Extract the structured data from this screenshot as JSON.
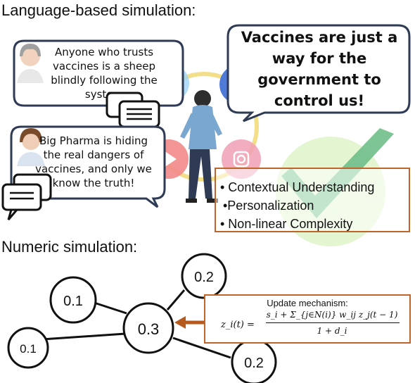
{
  "top_section": {
    "title": "Language-based simulation:",
    "bubble_1": "Anyone who trusts vaccines is a sheep blindly following the system",
    "bubble_2": "Big Pharma is hiding the real dangers of vaccines, and only we know the truth!",
    "bubble_3": "Vaccines are just a way for the government to control us!",
    "features": [
      "• Contextual Understanding",
      "•Personalization",
      "• Non-linear Complexity"
    ]
  },
  "bottom_section": {
    "title": "Numeric simulation:",
    "nodes": [
      "0.1",
      "0.2",
      "0.3",
      "0.1",
      "0.2"
    ],
    "update_title": "Update mechanism:",
    "formula": {
      "lhs": "z_i(t) =",
      "numerator": "s_i + Σ_{j∈N(i)} w_ij z_j(t − 1)",
      "denominator": "1 + d_i"
    }
  },
  "colors": {
    "bubble_border": "#2f3a55",
    "feature_border": "#c0652a",
    "arrow": "#b55a1c",
    "check": "#4caf7d",
    "twitter": "#3aa0e8",
    "facebook": "#3f6bc7",
    "youtube": "#e84a4a",
    "instagram": "#e06080",
    "ring": "#f0d870"
  },
  "icons": [
    "person-avatar-icon",
    "twitter-icon",
    "facebook-icon",
    "youtube-icon",
    "instagram-icon",
    "chat-icon",
    "checkmark-icon",
    "person-figure-icon"
  ]
}
